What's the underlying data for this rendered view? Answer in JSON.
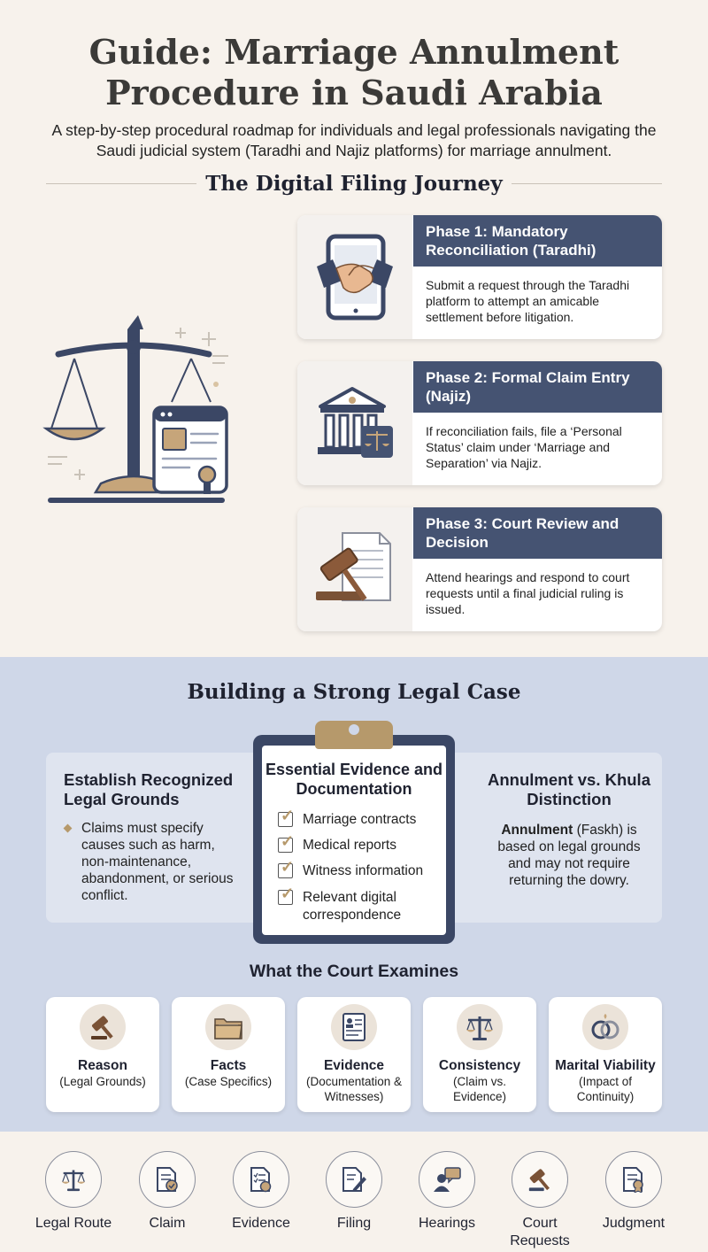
{
  "header": {
    "title_line1": "Guide: Marriage Annulment",
    "title_line2": "Procedure in Saudi Arabia",
    "subtitle": "A step-by-step procedural roadmap for individuals and legal professionals navigating the Saudi judicial system (Taradhi and Najiz platforms) for marriage annulment."
  },
  "journey": {
    "title": "The Digital Filing Journey",
    "phases": [
      {
        "title": "Phase 1: Mandatory Reconciliation (Taradhi)",
        "text": "Submit a request through the Taradhi platform to attempt an amicable settlement before litigation.",
        "icon": "handshake-tablet-icon"
      },
      {
        "title": "Phase 2: Formal Claim Entry (Najiz)",
        "text": "If reconciliation fails, file a ‘Personal Status’ claim under ‘Marriage and Separation’ via Najiz.",
        "icon": "courthouse-icon"
      },
      {
        "title": "Phase 3: Court Review and Decision",
        "text": "Attend hearings and respond to court requests until a final judicial ruling is issued.",
        "icon": "gavel-document-icon"
      }
    ]
  },
  "case": {
    "title": "Building a Strong Legal Case",
    "grounds": {
      "title": "Establish Recognized Legal Grounds",
      "text": "Claims must specify causes such as harm, non-maintenance, abandonment, or serious conflict."
    },
    "evidence": {
      "title": "Essential Evidence and Documentation",
      "items": [
        "Marriage contracts",
        "Medical reports",
        "Witness information",
        "Relevant digital correspondence"
      ]
    },
    "distinction": {
      "title": "Annulment vs. Khula Distinction",
      "bold": "Annulment",
      "text": " (Faskh) is based on legal grounds and may not require returning the dowry."
    }
  },
  "court": {
    "title": "What the Court Examines",
    "cards": [
      {
        "title": "Reason",
        "sub": "(Legal Grounds)",
        "icon": "gavel-icon"
      },
      {
        "title": "Facts",
        "sub": "(Case Specifics)",
        "icon": "folder-icon"
      },
      {
        "title": "Evidence",
        "sub": "(Documentation & Witnesses)",
        "icon": "id-document-icon"
      },
      {
        "title": "Consistency",
        "sub": "(Claim vs. Evidence)",
        "icon": "scales-icon"
      },
      {
        "title": "Marital Viability",
        "sub": "(Impact of Continuity)",
        "icon": "rings-icon"
      }
    ]
  },
  "steps": [
    {
      "label": "Legal Route",
      "icon": "scales-icon"
    },
    {
      "label": "Claim",
      "icon": "claim-document-icon"
    },
    {
      "label": "Evidence",
      "icon": "checklist-icon"
    },
    {
      "label": "Filing",
      "icon": "pen-document-icon"
    },
    {
      "label": "Hearings",
      "icon": "person-speech-icon"
    },
    {
      "label": "Court Requests",
      "icon": "gavel-icon"
    },
    {
      "label": "Judgment",
      "icon": "certificate-icon"
    }
  ],
  "colors": {
    "navy": "#455372",
    "gold": "#b6996b",
    "cream": "#f7f2ec",
    "blue_band": "#cfd7e8"
  }
}
